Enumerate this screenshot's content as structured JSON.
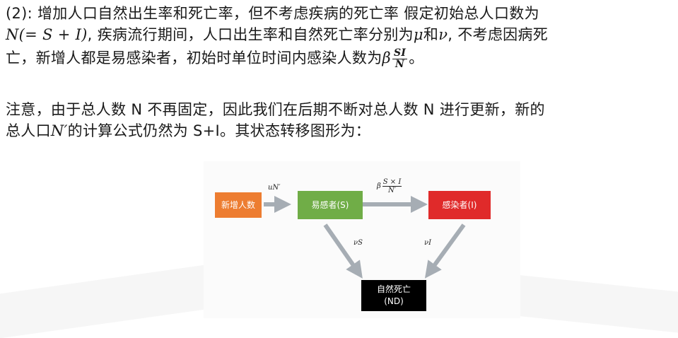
{
  "paragraph1": {
    "line1_prefix": "(2): 增加人口自然出生率和死亡率，但不考虑疾病的死亡率 假定初始总人口数为",
    "line2_math": "N(= S + I)",
    "line2_text_a": ", 疾病流行期间，人口出生率和自然死亡率分别为",
    "mu": "μ",
    "line2_and": "和",
    "nu": "ν",
    "line2_text_b": ", 不考虑因病死",
    "line3_text": "亡，新增人都是易感染者，初始时单位时间内感染人数为",
    "beta": "β",
    "frac_num": "SI",
    "frac_den": "N",
    "line3_end": "。"
  },
  "paragraph2": {
    "line1": "注意，由于总人数 N 不再固定，因此我们在后期不断对总人数 N 进行更新，新的",
    "line2_a": "总人口",
    "line2_math": "N′",
    "line2_b": "的计算公式仍然为 S+I。其状态转移图形为："
  },
  "diagram": {
    "nodes": {
      "births": {
        "label": "新增人数",
        "color": "#ed7d31"
      },
      "susceptible": {
        "label": "易感者(S)",
        "color": "#70ad47"
      },
      "infected": {
        "label": "感染者(I)",
        "color": "#e02a2a"
      },
      "death": {
        "label_line1": "自然死亡",
        "label_line2": "(ND)",
        "color": "#000000"
      }
    },
    "edges": {
      "birth_rate": "uN′",
      "infection_beta": "β",
      "infection_num": "S × I",
      "infection_den": "N′",
      "s_death": "νS",
      "i_death": "νI"
    },
    "arrow_color": "#a6adb4"
  }
}
